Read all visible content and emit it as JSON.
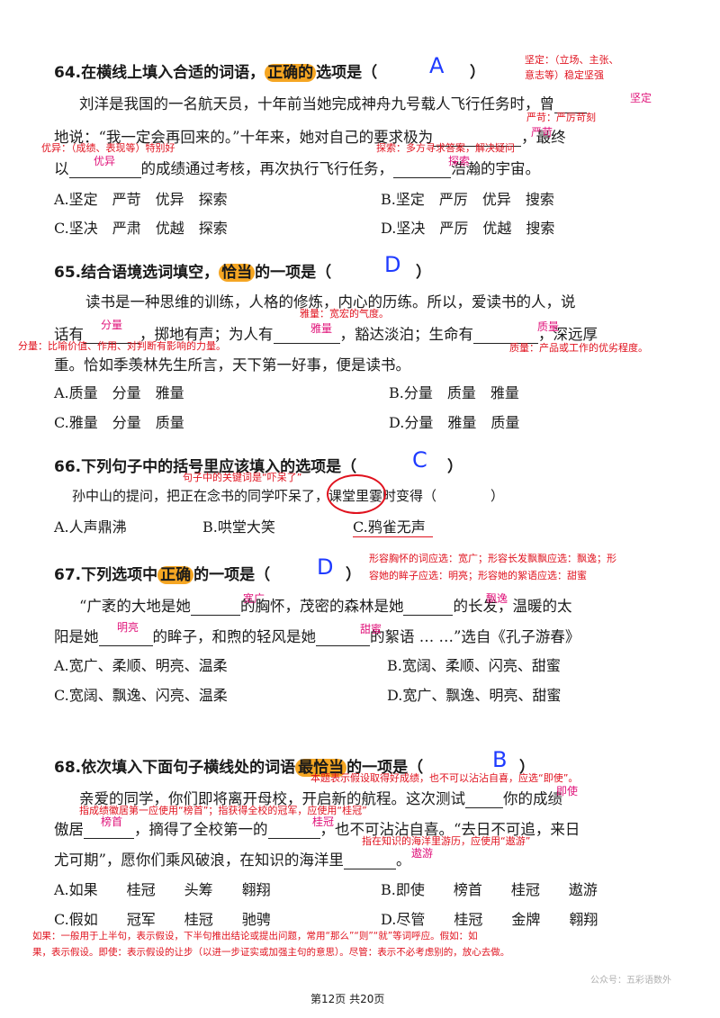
{
  "q64": {
    "title_pre": "64.在横线上填入合适的词语，",
    "title_hl": "正确的",
    "title_post": "选项是（",
    "title_close": "）",
    "answer": "A",
    "line1": "刘洋是我国的一名航天员，十年前当她完成神舟九号载人飞行任务时，曾",
    "line2a": "地说：“我一定会再回来的。”十年来，她对自己的要求极为",
    "line2b": "，最终",
    "line3a": "以",
    "line3b": "的成绩通过考核，再次执行飞行任务，",
    "line3c": "浩瀚的宇宙。",
    "fill1": "坚定",
    "fill2": "严苛",
    "fill3": "优异",
    "fill4": "探索",
    "opt_a": "A.坚定　严苛　优异　探索",
    "opt_b": "B.坚定　严厉　优异　搜索",
    "opt_c": "C.坚决　严肃　优越　探索",
    "opt_d": "D.坚决　严厉　优越　搜索",
    "note_jianding1": "坚定：（立场、主张、",
    "note_jianding2": "意志等）稳定坚强",
    "note_yanke": "严苛：严厉苛刻",
    "note_youyi": "优异：（成绩、表现等）特别好",
    "note_tansuo": "探索：多方寻求答案，解决疑问"
  },
  "q65": {
    "title_pre": "65.结合语境选词填空，",
    "title_hl": "恰当",
    "title_post": "的一项是（",
    "title_close": "）",
    "answer": "D",
    "line1": "读书是一种思维的训练，人格的修炼，内心的历练。所以，爱读书的人，说",
    "line2a": "话有",
    "line2b": "，掷地有声；为人有",
    "line2c": "，豁达淡泊；生命有",
    "line2d": "，深远厚",
    "line3": "重。恰如季羡林先生所言，天下第一好事，便是读书。",
    "fill1": "分量",
    "fill2": "雅量",
    "fill3": "质量",
    "opt_a": "A.质量　分量　雅量",
    "opt_b": "B.分量　质量　雅量",
    "opt_c": "C.雅量　分量　质量",
    "opt_d": "D.分量　雅量　质量",
    "note_yaliang": "雅量：宽宏的气度。",
    "note_fenliang": "分量：比喻价值、作用、对判断有影响的力量。",
    "note_zhiliang": "质量：产品或工作的优劣程度。"
  },
  "q66": {
    "title": "66.下列句子中的括号里应该填入的选项是（",
    "title_close": "）",
    "answer": "C",
    "note_key": "句子中的关键词是“吓呆了”",
    "line1a": "孙中山的提问，把正在念书的同学",
    "line1b": "吓呆了",
    "line1c": "，课堂里霎时变得（　　　　）",
    "opt_a": "A.人声鼎沸",
    "opt_b": "B.哄堂大笑",
    "opt_c": "C.鸦雀无声"
  },
  "q67": {
    "title_pre": "67.下列选项中",
    "title_hl": "正确",
    "title_post": "的一项是（",
    "title_close": "）",
    "answer": "D",
    "note1": "形容胸怀的词应选：宽广；形容长发飘飘应选：飘逸；形",
    "note2": "容她的眸子应选：明亮；形容她的絮语应选：甜蜜",
    "line1a": "“广袤的大地是她",
    "line1b": "的胸怀，茂密的森林是她",
    "line1c": "的长发，温暖的太",
    "line2a": "阳是她",
    "line2b": "的眸子，和煦的轻风是她",
    "line2c": "的絮语 … …”选自《孔子游春》",
    "fill1": "宽广",
    "fill2": "飘逸",
    "fill3": "明亮",
    "fill4": "甜蜜",
    "opt_a": "A.宽广、柔顺、明亮、温柔",
    "opt_b": "B.宽阔、柔顺、闪亮、甜蜜",
    "opt_c": "C.宽阔、飘逸、闪亮、温柔",
    "opt_d": "D.宽广、飘逸、明亮、甜蜜"
  },
  "q68": {
    "title_pre": "68.依次填入下面句子横线处的词语",
    "title_hl": "最恰当",
    "title_post": "的一项是（",
    "title_close": "）",
    "answer": "B",
    "note_top": "本题表示假设取得好成绩，也不可以沾沾自喜，应选“即使”。",
    "line1a": "亲爱的同学，你们即将离开母校，开启新的航程。这次测试",
    "line1b": "你的成绩",
    "note_mid": "指成绩徽居第一应使用“榜首”；指获得全校的冠军，应使用“桂冠”",
    "line2a": "傲居",
    "line2b": "，摘得了全校第一的",
    "line2c": "，也不可沾沾自喜。“去日不可追，来日",
    "note_low": "指在知识的海洋里游历，应使用“遨游”",
    "line3a": "尤可期”，愿你们乘风破浪，在知识的海洋里",
    "line3b": "。",
    "fill1": "即使",
    "fill2": "榜首",
    "fill3": "桂冠",
    "fill4": "遨游",
    "opt_a": "A.如果　　桂冠　　头筹　　翱翔",
    "opt_b": "B.即使　　榜首　　桂冠　　遨游",
    "opt_c": "C.假如　　冠军　　桂冠　　驰骋",
    "opt_d": "D.尽管　　桂冠　　金牌　　翱翔",
    "bottom_note1": "如果：一般用于上半句，表示假设，下半句推出结论或提出问题，常用“那么”“则”“就”等词呼应。假如：如",
    "bottom_note2": "果，表示假设。即使：表示假设的让步（以进一步证实或加强主句的意思）。尽管：表示不必考虑别的，放心去做。"
  },
  "watermark": "公众号：五彩语数外",
  "footer": "第12页 共20页"
}
